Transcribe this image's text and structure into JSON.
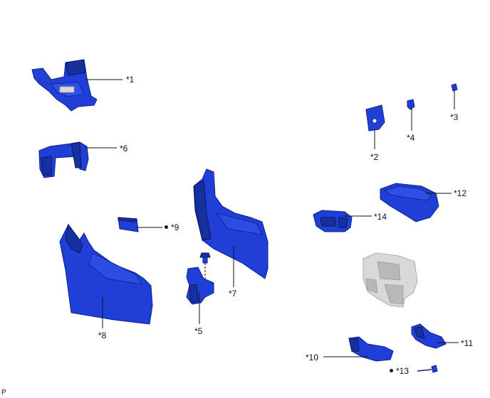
{
  "callouts": {
    "c1": "*1",
    "c2": "*2",
    "c3": "*3",
    "c4": "*4",
    "c5": "*5",
    "c6": "*6",
    "c7": "*7",
    "c8": "*8",
    "c9": "*9",
    "c10": "*10",
    "c11": "*11",
    "c12": "*12",
    "c13": "*13",
    "c14": "*14"
  },
  "corner_mark": "P",
  "colors": {
    "part_blue": "#1f3fd6",
    "reference_grey": "#d9d9d9"
  }
}
